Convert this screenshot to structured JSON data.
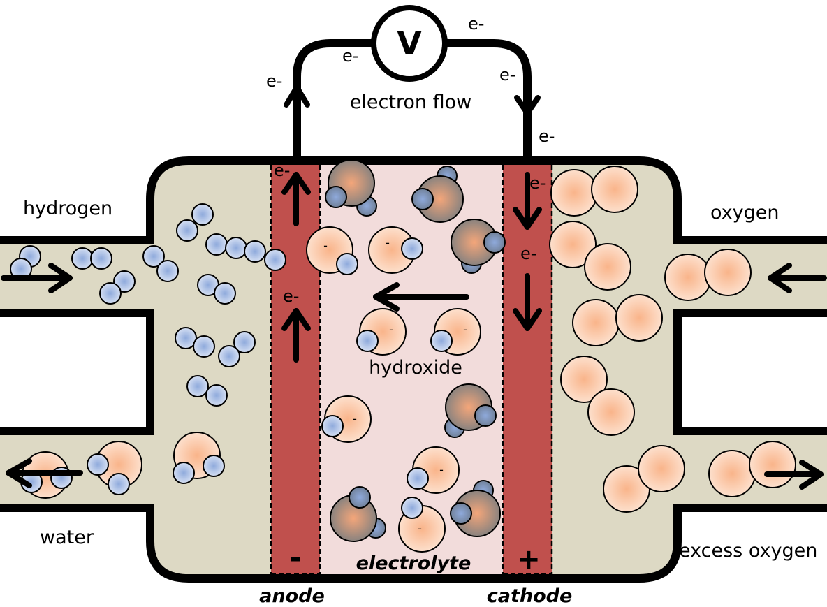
{
  "title": "Alkaline fuel cell diagram",
  "colors": {
    "gas_chamber": "#ddd9c4",
    "electrode": "#c0504d",
    "electrolyte": "#f2dcdb",
    "hydrogen_atom": "#b4c7e7",
    "oxygen_atom": "#fbc9a8",
    "water_molecule": "#8c8078",
    "outline": "#000000"
  },
  "labels": {
    "hydrogen": "hydrogen",
    "water": "water",
    "oxygen": "oxygen",
    "excess_oxygen": "excess oxygen",
    "electron_flow": "electron flow",
    "hydroxide": "hydroxide",
    "electrolyte": "electrolyte",
    "anode": "anode",
    "cathode": "cathode",
    "voltmeter": "V",
    "anode_sign": "-",
    "cathode_sign": "+",
    "electron": "e-",
    "ion_charge": "-"
  }
}
